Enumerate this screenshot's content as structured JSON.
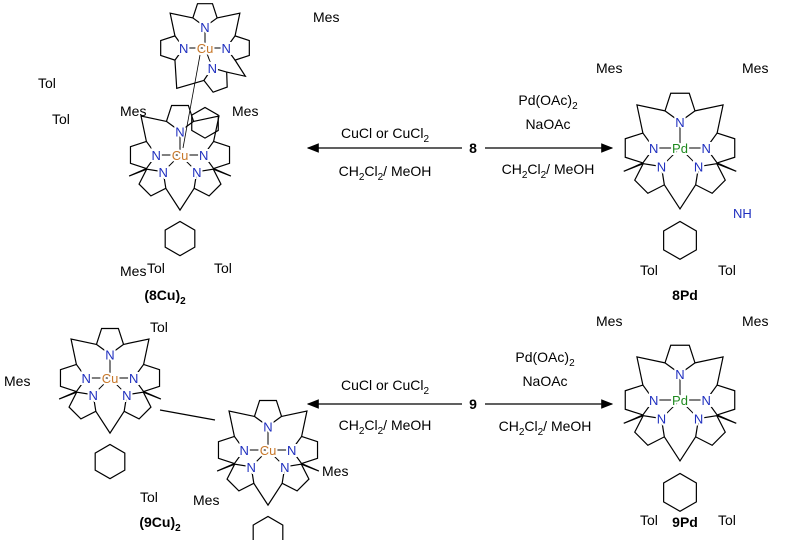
{
  "colors": {
    "nitrogen": "#1f2fbf",
    "copper": "#c8782a",
    "palladium": "#1f8a1f",
    "bond": "#000000"
  },
  "atoms": {
    "N": "N",
    "Cu": "Cu",
    "Pd": "Pd",
    "NH": "NH"
  },
  "substituents": {
    "mes": "Mes",
    "tol": "Tol"
  },
  "reactions": [
    {
      "start": "8",
      "left": {
        "reagent_main": "CuCl or CuCl",
        "reagent_sub": "2",
        "solvent_a": "CH",
        "solvent_sub1": "2",
        "solvent_b": "Cl",
        "solvent_sub2": "2",
        "solvent_c": "/ MeOH",
        "product": "(8Cu)",
        "product_sub": "2"
      },
      "right": {
        "reagent1_main": "Pd(OAc)",
        "reagent1_sub": "2",
        "reagent2": "NaOAc",
        "solvent_a": "CH",
        "solvent_sub1": "2",
        "solvent_b": "Cl",
        "solvent_sub2": "2",
        "solvent_c": "/ MeOH",
        "product": "8Pd"
      }
    },
    {
      "start": "9",
      "left": {
        "reagent_main": "CuCl or CuCl",
        "reagent_sub": "2",
        "solvent_a": "CH",
        "solvent_sub1": "2",
        "solvent_b": "Cl",
        "solvent_sub2": "2",
        "solvent_c": "/ MeOH",
        "product": "(9Cu)",
        "product_sub": "2"
      },
      "right": {
        "reagent1_main": "Pd(OAc)",
        "reagent1_sub": "2",
        "reagent2": "NaOAc",
        "solvent_a": "CH",
        "solvent_sub1": "2",
        "solvent_b": "Cl",
        "solvent_sub2": "2",
        "solvent_c": "/ MeOH",
        "product": "9Pd"
      }
    }
  ]
}
